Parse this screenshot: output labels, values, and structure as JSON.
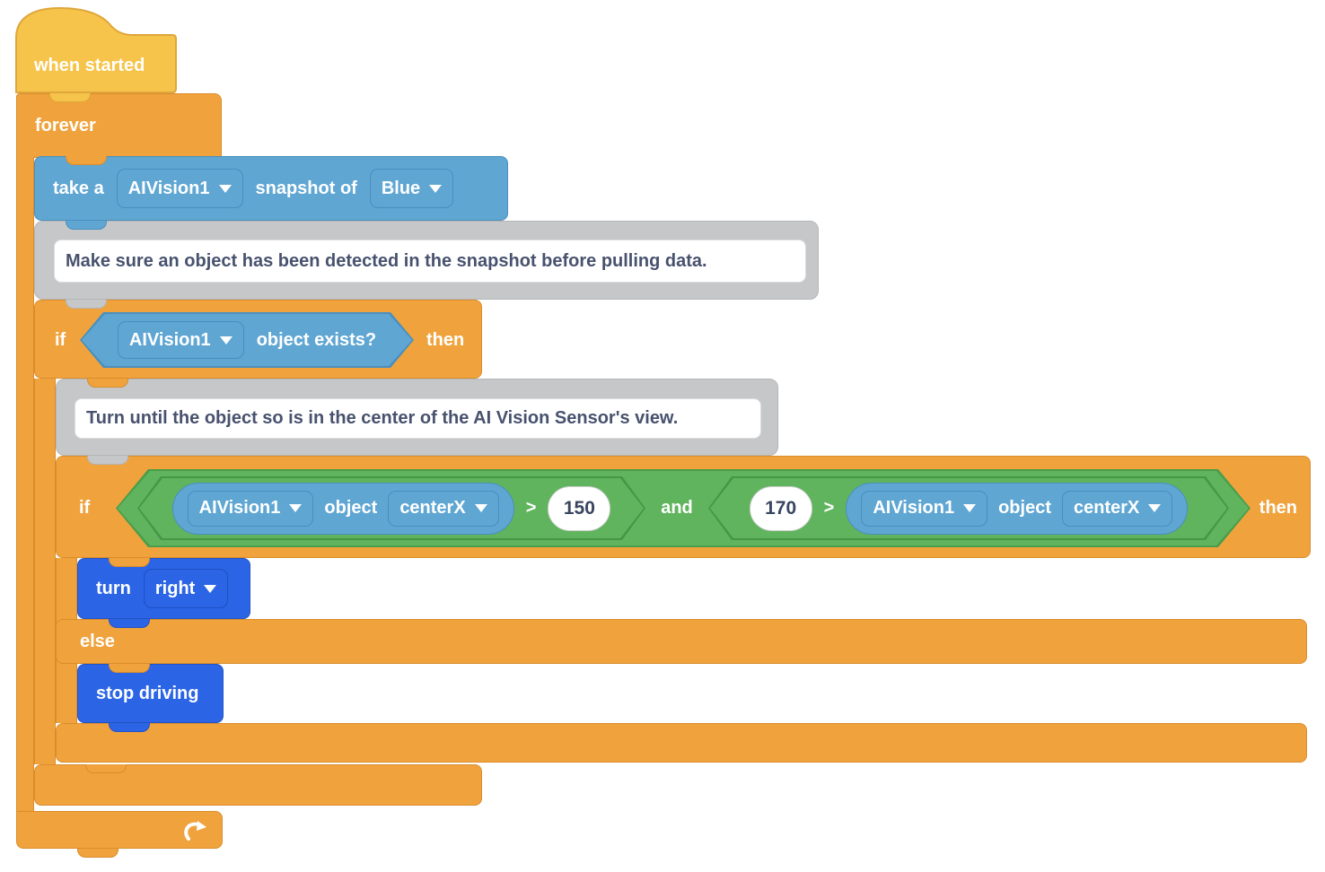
{
  "colors": {
    "event_yellow": "#F6C44A",
    "control_orange": "#F0A33D",
    "sensing_blue": "#5FA6D3",
    "drivetrain_blue": "#2B65E5",
    "operator_green": "#60B45D",
    "comment_gray": "#C5C7C9",
    "comment_text": "#48526E"
  },
  "script": {
    "when_started": {
      "label": "when started"
    },
    "forever": {
      "label": "forever"
    },
    "take_snapshot": {
      "text_before": "take a",
      "device_dropdown": "AIVision1",
      "text_middle": "snapshot of",
      "color_dropdown": "Blue"
    },
    "comment_detect": {
      "text": "Make sure an object has been detected in the snapshot before pulling data."
    },
    "if_object_exists": {
      "if_label": "if",
      "device_dropdown": "AIVision1",
      "condition_label": "object exists?",
      "then_label": "then"
    },
    "comment_center": {
      "text": "Turn until the object so is in the center of the AI Vision Sensor's view."
    },
    "if_centered": {
      "if_label": "if",
      "and_label": "and",
      "then_label": "then",
      "left_condition": {
        "device_dropdown": "AIVision1",
        "object_label": "object",
        "property_dropdown": "centerX",
        "operator": ">",
        "value": "150"
      },
      "right_condition": {
        "value": "170",
        "operator": ">",
        "device_dropdown": "AIVision1",
        "object_label": "object",
        "property_dropdown": "centerX"
      }
    },
    "turn": {
      "label": "turn",
      "direction_dropdown": "right"
    },
    "else_label": "else",
    "stop_driving": {
      "label": "stop driving"
    }
  }
}
